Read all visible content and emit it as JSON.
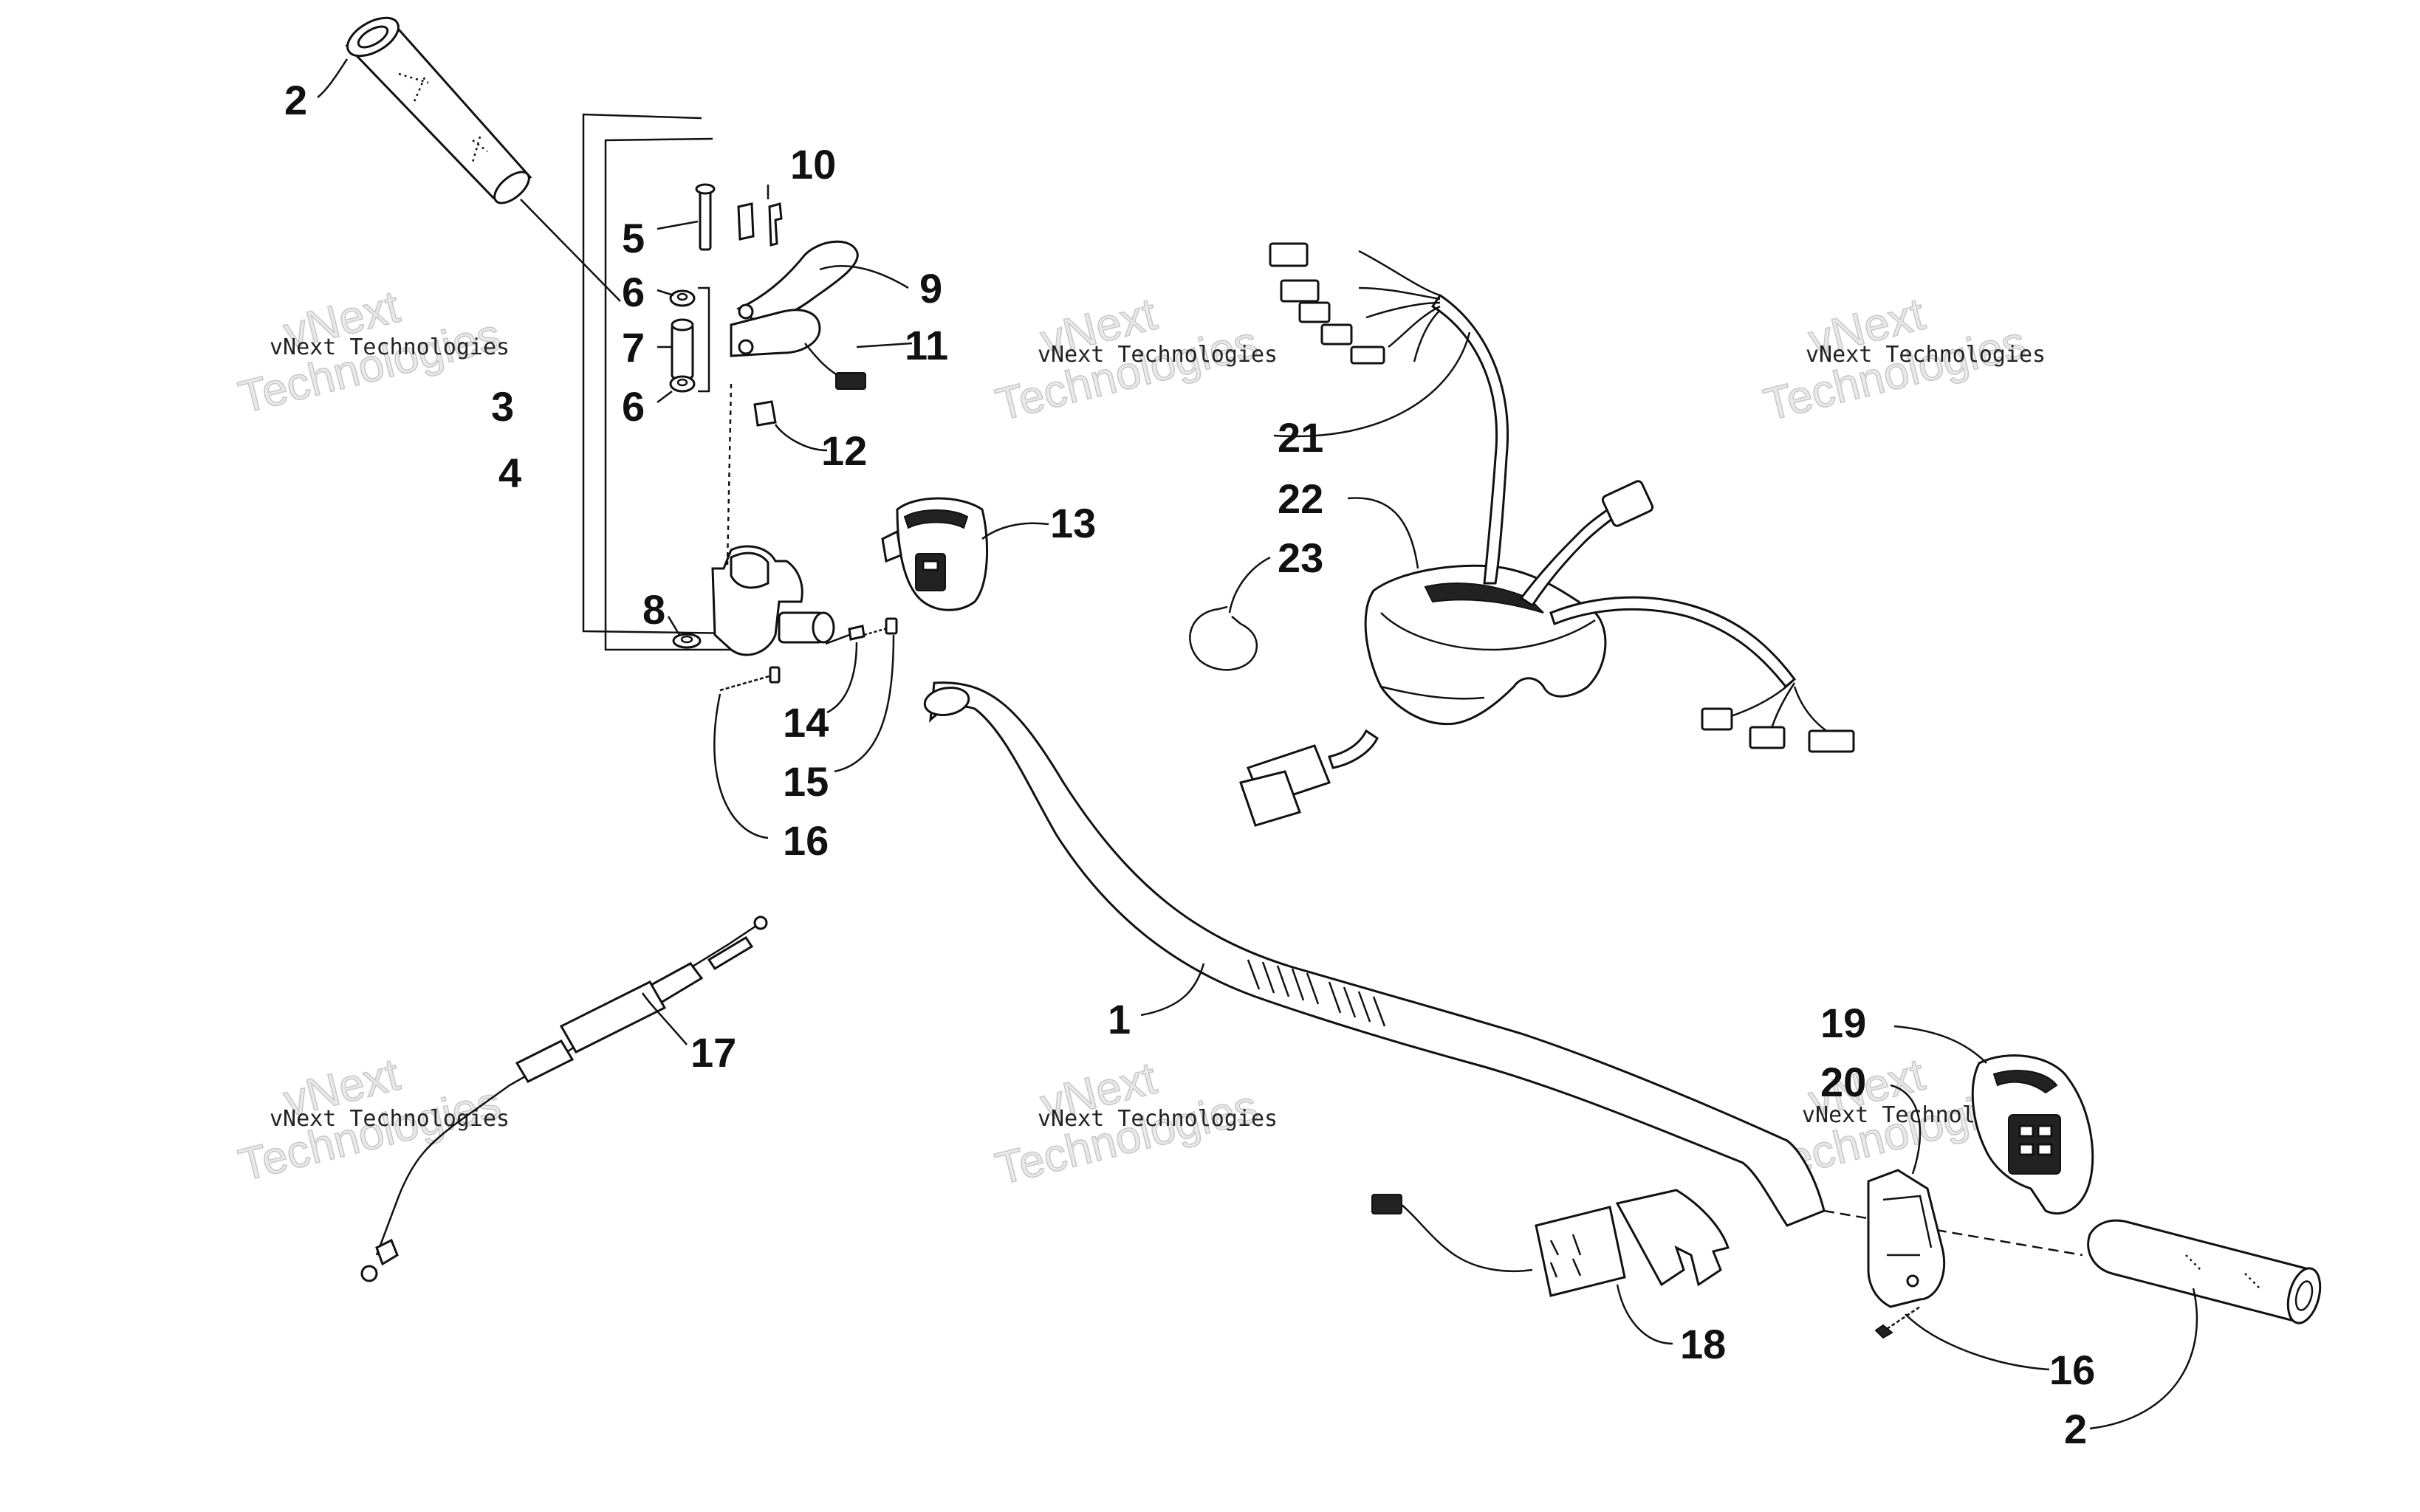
{
  "callouts": [
    {
      "id": "c2a",
      "label": "2"
    },
    {
      "id": "c10",
      "label": "10"
    },
    {
      "id": "c5",
      "label": "5"
    },
    {
      "id": "c9",
      "label": "9"
    },
    {
      "id": "c6a",
      "label": "6"
    },
    {
      "id": "c7",
      "label": "7"
    },
    {
      "id": "c11",
      "label": "11"
    },
    {
      "id": "c3",
      "label": "3"
    },
    {
      "id": "c6b",
      "label": "6"
    },
    {
      "id": "c12",
      "label": "12"
    },
    {
      "id": "c4",
      "label": "4"
    },
    {
      "id": "c13",
      "label": "13"
    },
    {
      "id": "c8",
      "label": "8"
    },
    {
      "id": "c14",
      "label": "14"
    },
    {
      "id": "c15",
      "label": "15"
    },
    {
      "id": "c16a",
      "label": "16"
    },
    {
      "id": "c21",
      "label": "21"
    },
    {
      "id": "c22",
      "label": "22"
    },
    {
      "id": "c23",
      "label": "23"
    },
    {
      "id": "c17",
      "label": "17"
    },
    {
      "id": "c1",
      "label": "1"
    },
    {
      "id": "c19",
      "label": "19"
    },
    {
      "id": "c20",
      "label": "20"
    },
    {
      "id": "c18",
      "label": "18"
    },
    {
      "id": "c16b",
      "label": "16"
    },
    {
      "id": "c2b",
      "label": "2"
    }
  ],
  "watermark": {
    "small": "vNext Technologies",
    "big": "Technologies",
    "top": "vNext"
  }
}
